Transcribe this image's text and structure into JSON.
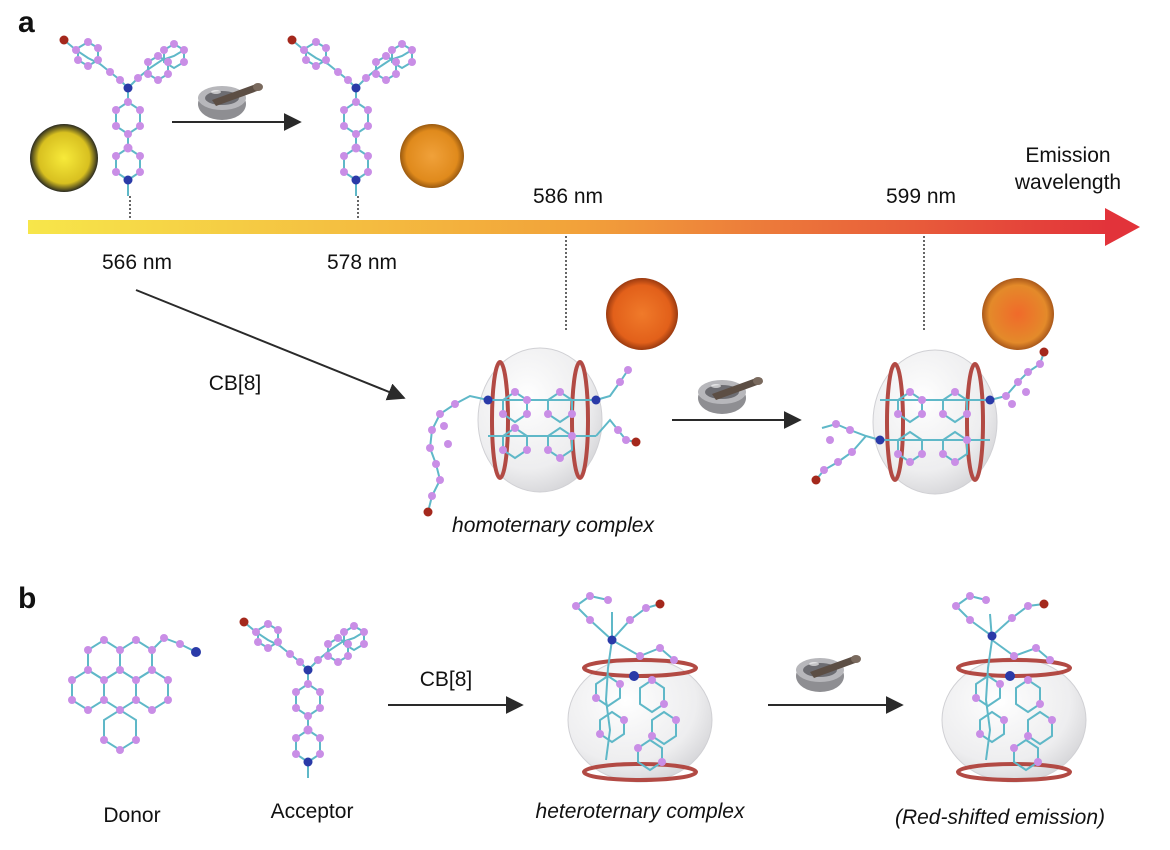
{
  "panels": {
    "a": "a",
    "b": "b"
  },
  "axis": {
    "title_line1": "Emission",
    "title_line2": "wavelength",
    "gradient_start": "#f7e64a",
    "gradient_mid": "#f2a33a",
    "gradient_end": "#e2333a",
    "ticks": [
      "566 nm",
      "578 nm",
      "586 nm",
      "599 nm"
    ]
  },
  "labels": {
    "cb8_a": "CB[8]",
    "homoternary": "homoternary complex",
    "donor": "Donor",
    "acceptor": "Acceptor",
    "cb8_b": "CB[8]",
    "heteroternary": "heteroternary complex",
    "red_shift": "(Red-shifted emission)"
  },
  "colors": {
    "atom": "#c98ee6",
    "bond": "#5fb8c8",
    "nitrogen": "#2a3aa8",
    "bromine": "#a4281c",
    "ring": "#b24a44",
    "photo_yellow": "#f2e030",
    "photo_orange": "#e98a1e",
    "photo_red": "#e5601a"
  },
  "icons": [
    "mortar-pestle-icon",
    "mortar-pestle-icon",
    "mortar-pestle-icon"
  ]
}
